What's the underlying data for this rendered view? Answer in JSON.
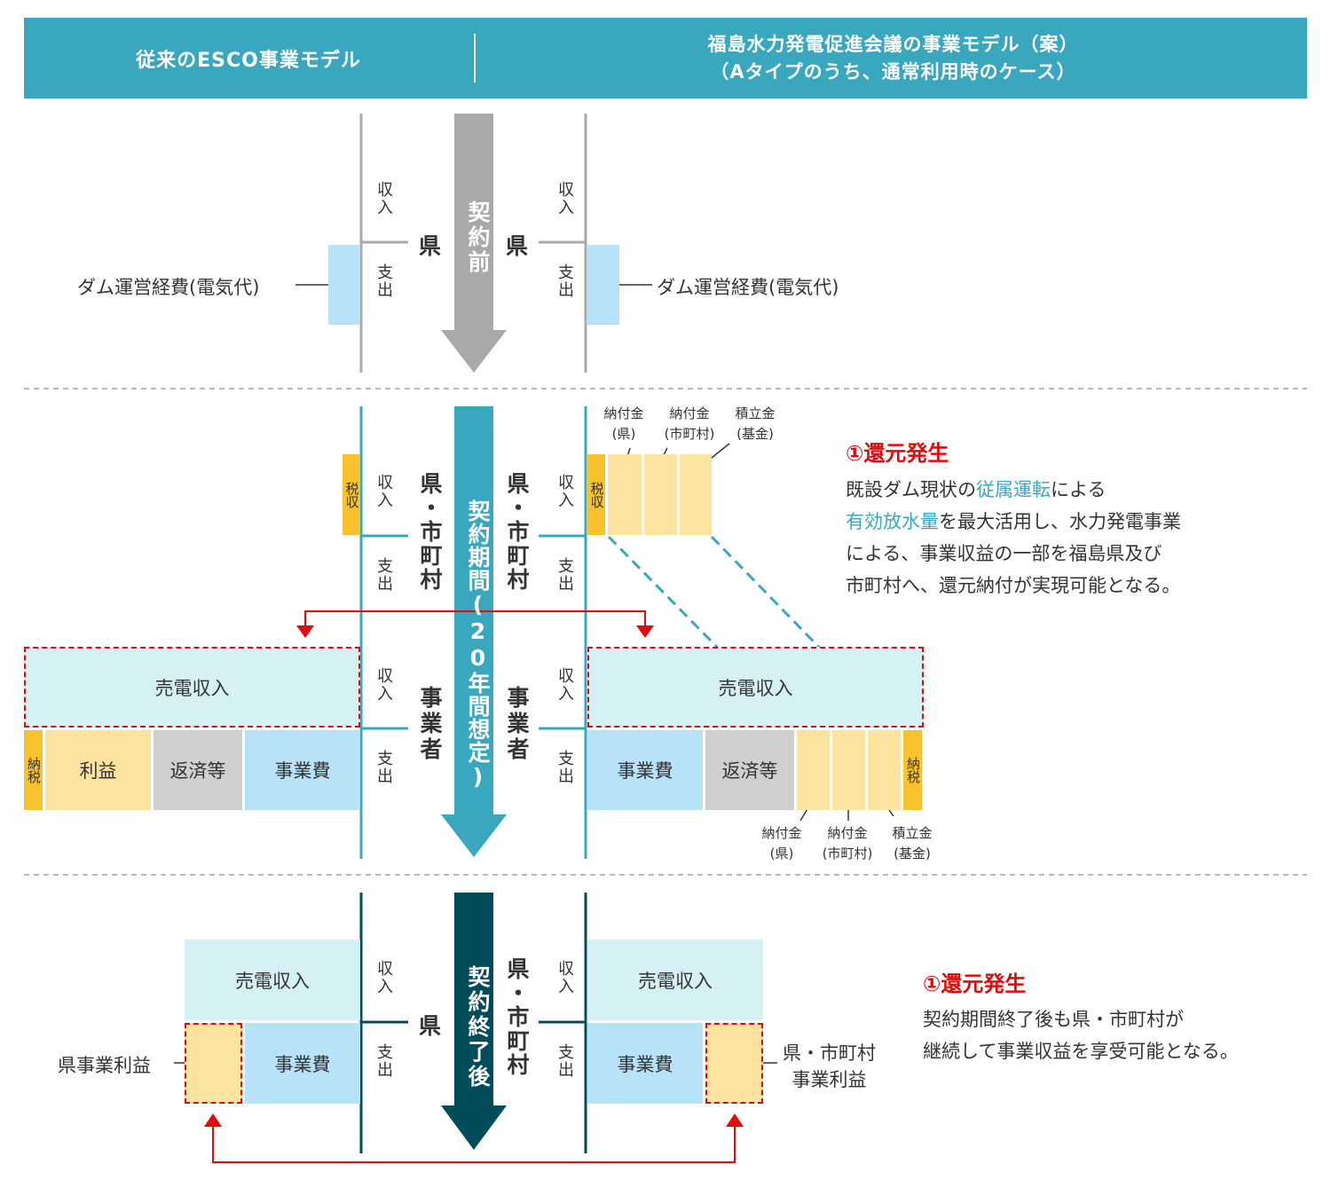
{
  "header": {
    "left_title": "従来のESCO事業モデル",
    "right_title_line1": "福島水力発電促進会議の事業モデル（案）",
    "right_title_line2": "（Aタイプのうち、通常利用時のケース）"
  },
  "common": {
    "income": "収入",
    "expense": "支出",
    "tax_collect": "税収",
    "tax_pay": "納税"
  },
  "stage1": {
    "arrow": "契約前",
    "left_entity": "県",
    "right_entity": "県",
    "left_cost_label": "ダム運営経費(電気代)",
    "right_cost_label": "ダム運営経費(電気代)"
  },
  "stage2": {
    "arrow": "契約期間(20年間想定)",
    "upper_left_entity": "県・市町村",
    "upper_right_entity": "県・市町村",
    "lower_left_entity": "事業者",
    "lower_right_entity": "事業者",
    "top_payments": [
      {
        "line1": "納付金",
        "line2": "(県)"
      },
      {
        "line1": "納付金",
        "line2": "(市町村)"
      },
      {
        "line1": "積立金",
        "line2": "(基金)"
      }
    ],
    "bottom_payments": [
      {
        "line1": "納付金",
        "line2": "(県)"
      },
      {
        "line1": "納付金",
        "line2": "(市町村)"
      },
      {
        "line1": "積立金",
        "line2": "(基金)"
      }
    ],
    "left_sales": "売電収入",
    "right_sales": "売電収入",
    "left_profit": "利益",
    "left_repay": "返済等",
    "left_bizcost": "事業費",
    "right_bizcost": "事業費",
    "right_repay": "返済等",
    "note_title": "①還元発生",
    "note_line1_pre": "既設ダム現状の",
    "note_line1_hl": "従属運転",
    "note_line1_post": "による",
    "note_line2_hl": "有効放水量",
    "note_line2_post": "を最大活用し、水力発電事業",
    "note_line3": "による、事業収益の一部を福島県及び",
    "note_line4": "市町村へ、還元納付が実現可能となる。"
  },
  "stage3": {
    "arrow": "契約終了後",
    "left_entity": "県",
    "right_entity": "県・市町村",
    "left_sales": "売電収入",
    "right_sales": "売電収入",
    "left_bizcost": "事業費",
    "right_bizcost": "事業費",
    "left_profit_label": "県事業利益",
    "right_profit_label_line1": "県・市町村",
    "right_profit_label_line2": "事業利益",
    "note_title": "①還元発生",
    "note_line1": "契約期間終了後も県・市町村が",
    "note_line2": "継続して事業収益を享受可能となる。"
  },
  "colors": {
    "teal": "#39a8bf",
    "dark_teal": "#004c5a",
    "gray_arrow": "#a9a9a9",
    "light_blue": "#b7e2f8",
    "light_cyan": "#d6f1f6",
    "light_yellow": "#fde3a0",
    "gold": "#f7c22d",
    "gray_box": "#cfcfcf",
    "red": "#e00b0b"
  }
}
